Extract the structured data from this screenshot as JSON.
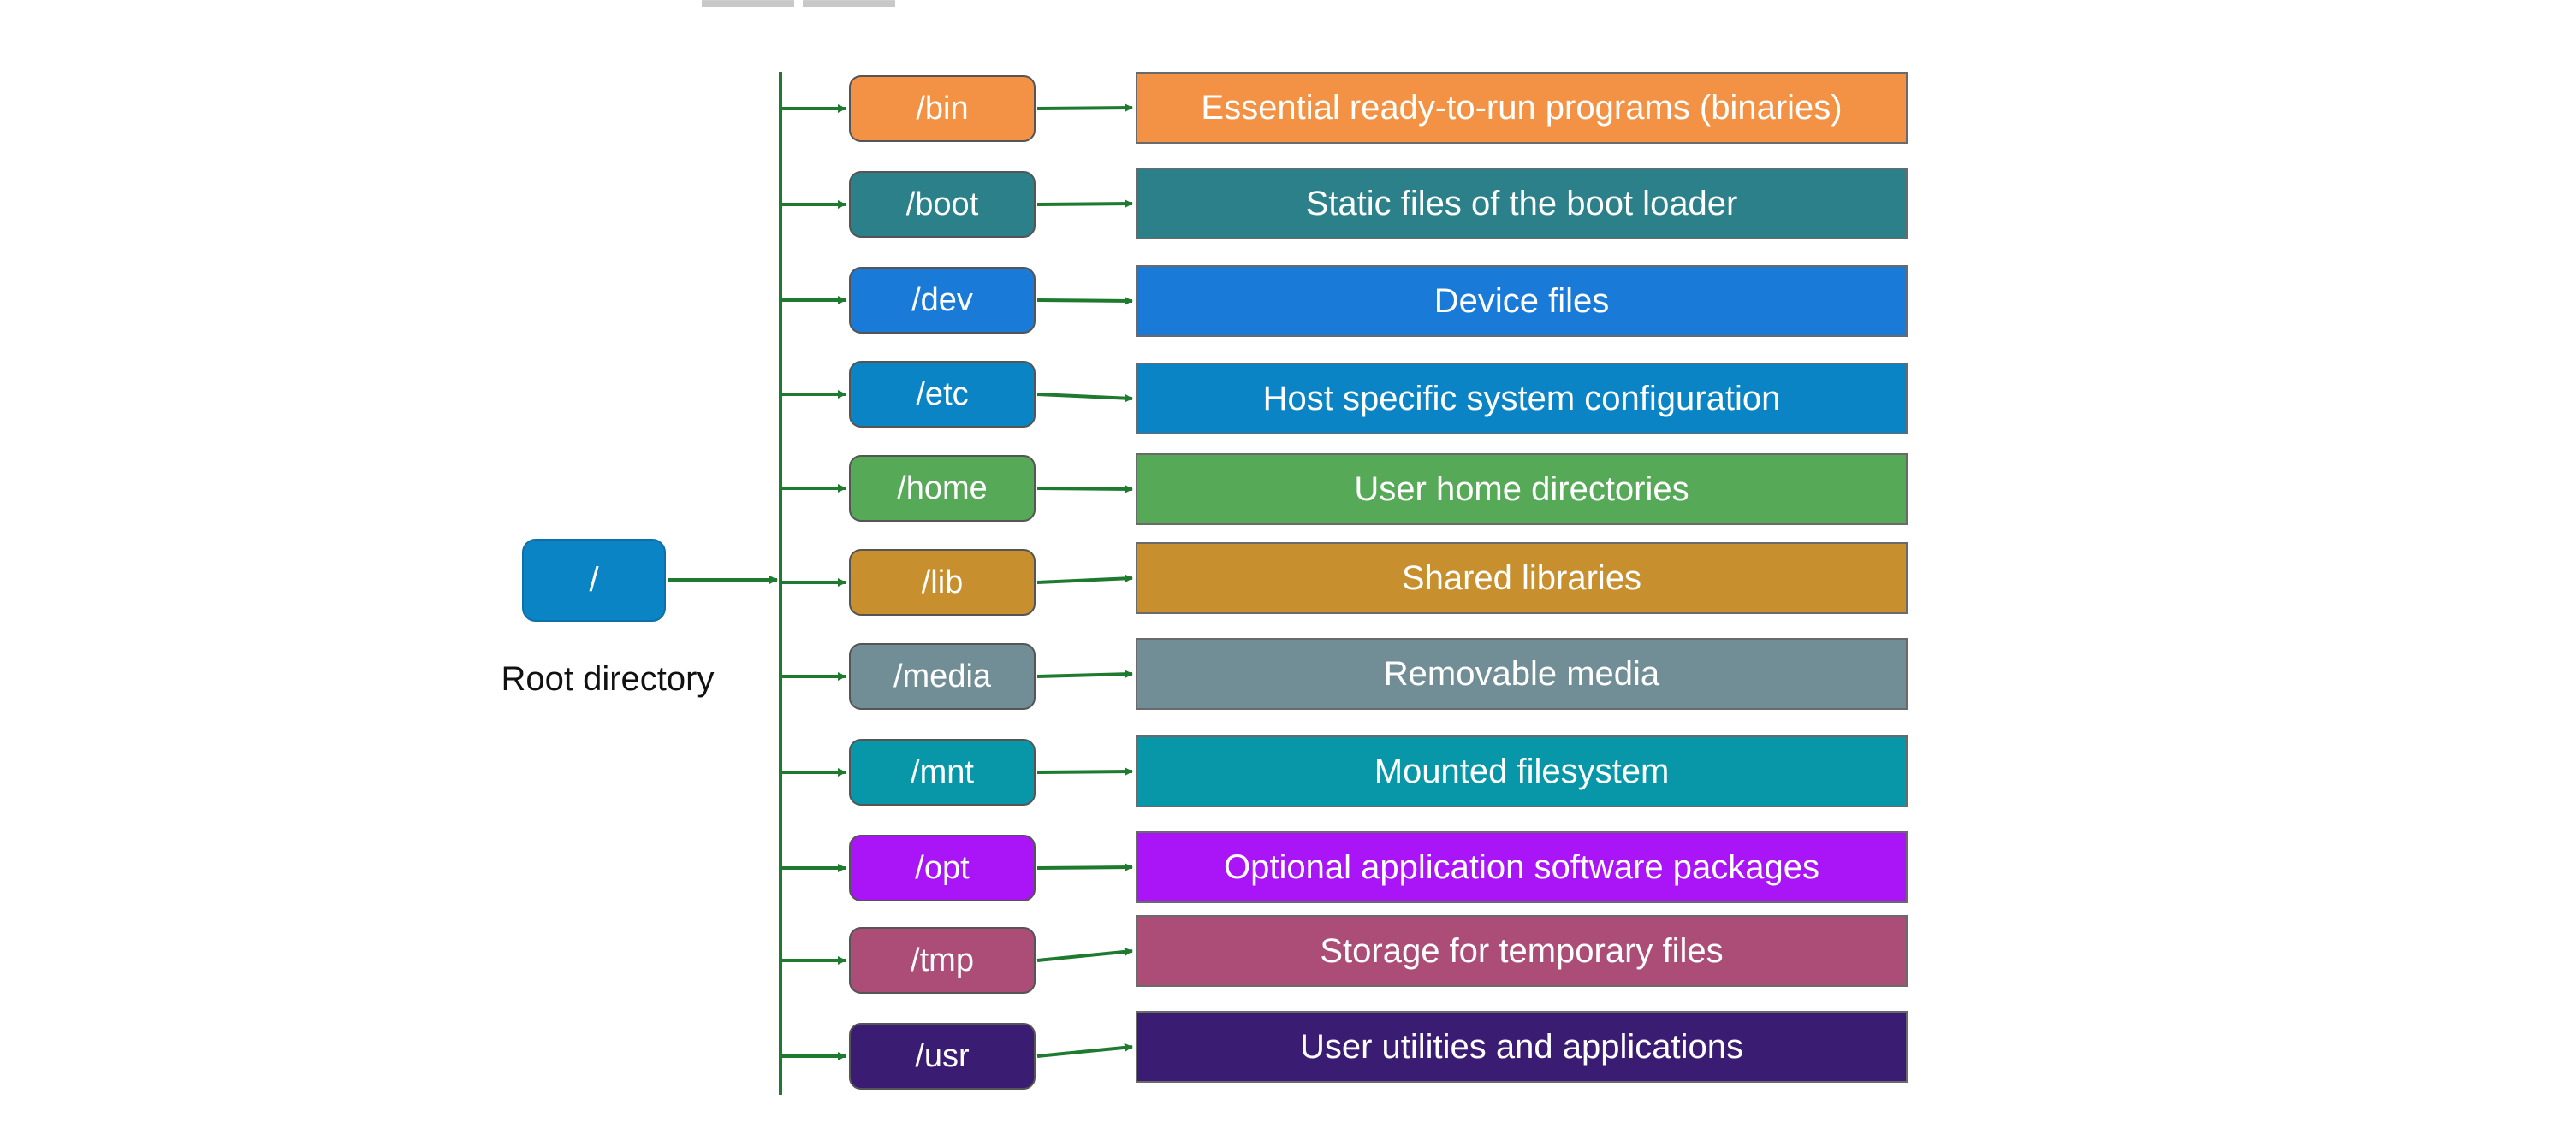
{
  "root": {
    "label": "/",
    "caption": "Root directory",
    "color": "#0b84c6"
  },
  "line_color": "#1e7a2e",
  "entries": [
    {
      "dir": "/bin",
      "description": "Essential ready-to-run programs (binaries)",
      "color": "#f39244"
    },
    {
      "dir": "/boot",
      "description": "Static files of the boot loader",
      "color": "#2c8089"
    },
    {
      "dir": "/dev",
      "description": "Device files",
      "color": "#1a7ad8"
    },
    {
      "dir": "/etc",
      "description": "Host specific system configuration",
      "color": "#0b84c6"
    },
    {
      "dir": "/home",
      "description": "User home directories",
      "color": "#56a957"
    },
    {
      "dir": "/lib",
      "description": "Shared libraries",
      "color": "#c78f2e"
    },
    {
      "dir": "/media",
      "description": "Removable media",
      "color": "#718e97"
    },
    {
      "dir": "/mnt",
      "description": "Mounted filesystem",
      "color": "#0897a9"
    },
    {
      "dir": "/opt",
      "description": "Optional application software packages",
      "color": "#a915f6"
    },
    {
      "dir": "/tmp",
      "description": "Storage for temporary files",
      "color": "#ac4d78"
    },
    {
      "dir": "/usr",
      "description": "User utilities and applications",
      "color": "#3a1c72"
    }
  ]
}
